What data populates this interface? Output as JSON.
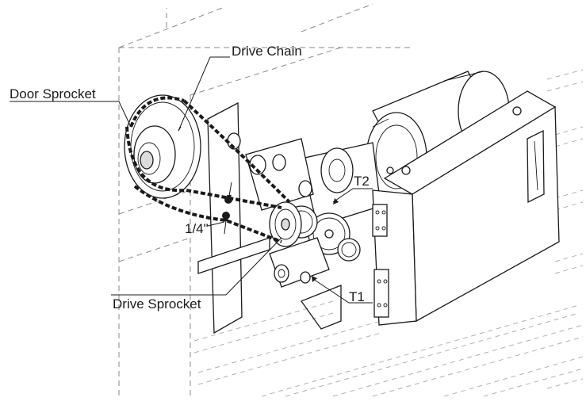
{
  "labels": {
    "drive_chain": "Drive Chain",
    "door_sprocket": "Door Sprocket",
    "drive_sprocket": "Drive Sprocket",
    "chain_slack": "1/4\"",
    "t1": "T1",
    "t2": "T2"
  },
  "colors": {
    "ink": "#1a1a1a",
    "background": "#ffffff",
    "hidden_lines": "#8a8a8a"
  }
}
